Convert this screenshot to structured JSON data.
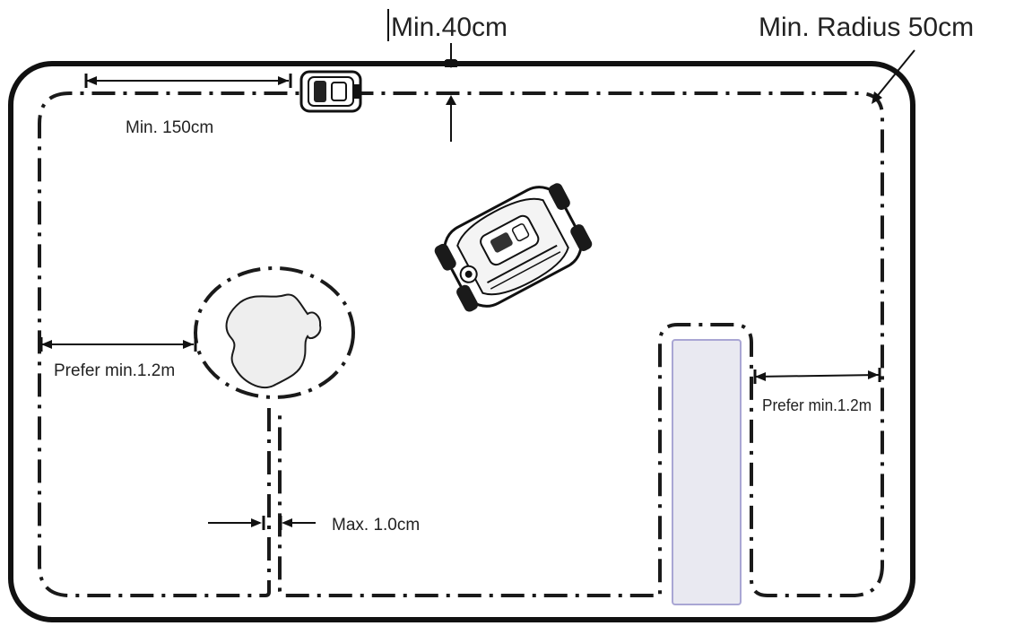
{
  "labels": {
    "min_distance_edge": "Min.40cm",
    "min_radius": "Min. Radius 50cm",
    "min_distance_corridor": "Min. 150cm",
    "prefer_left": "Prefer min.1.2m",
    "prefer_right": "Prefer min.1.2m",
    "max_wire_gap": "Max. 1.0cm"
  },
  "colors": {
    "line": "#111111",
    "obstacle_fill": "#eeeeee",
    "flowerbed_fill": "#e9e9f1",
    "flowerbed_stroke": "#a9a6d4"
  },
  "icons": {
    "charging_station": "charging-station-icon",
    "robot_mower": "robot-mower-icon"
  }
}
